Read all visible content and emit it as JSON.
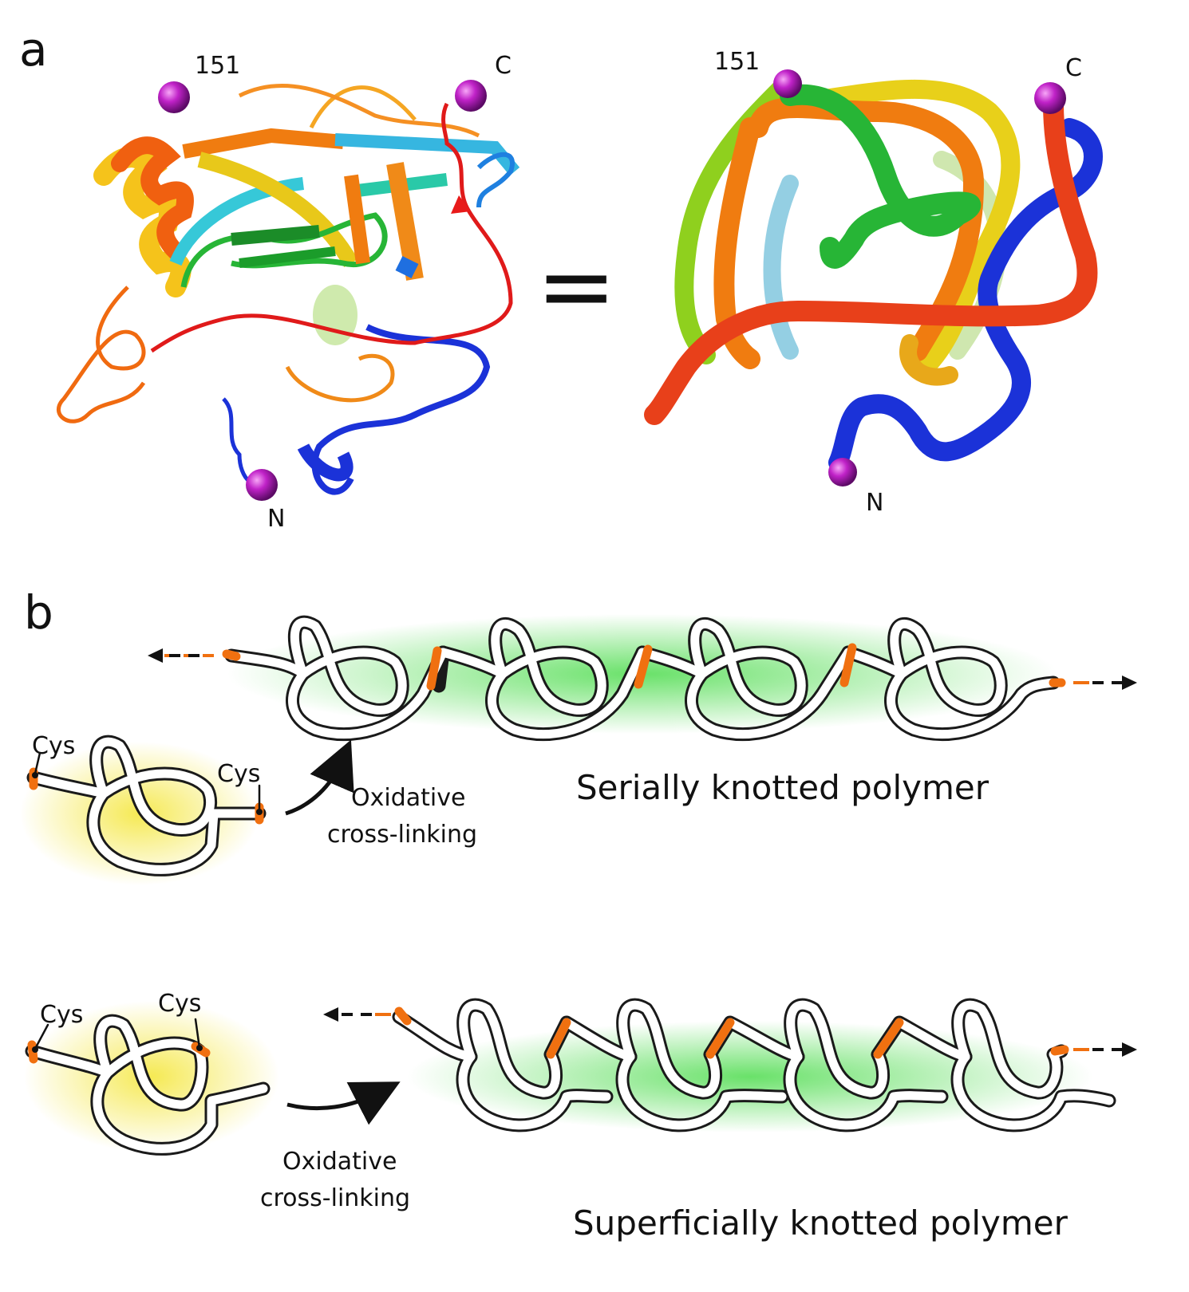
{
  "panels": {
    "a": {
      "label": "a",
      "left_model": {
        "marker_151": "151",
        "marker_c": "C",
        "marker_n": "N"
      },
      "equals": "=",
      "right_model": {
        "marker_151": "151",
        "marker_c": "C",
        "marker_n": "N"
      }
    },
    "b": {
      "label": "b",
      "top_row": {
        "cys_left": "Cys",
        "cys_right": "Cys",
        "process_line1": "Oxidative",
        "process_line2": "cross-linking",
        "result": "Serially knotted polymer"
      },
      "bottom_row": {
        "cys_left": "Cys",
        "cys_right": "Cys",
        "process_line1": "Oxidative",
        "process_line2": "cross-linking",
        "result": "Superficially knotted polymer"
      }
    }
  },
  "colors": {
    "crosslink": "#f07010",
    "monomer_glow": "#f5e84a",
    "polymer_glow": "#5ee05e",
    "sphere": "#b01ab8"
  }
}
